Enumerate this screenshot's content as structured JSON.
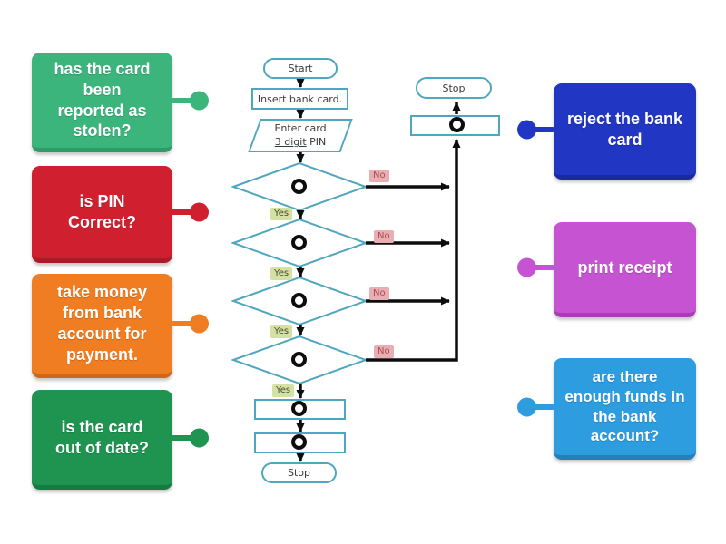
{
  "activity": {
    "left_cards": [
      {
        "label": "has the card been reported as stolen?",
        "color": "#3cb57d"
      },
      {
        "label": "is PIN Correct?",
        "color": "#d0202f"
      },
      {
        "label": "take money from bank account for payment.",
        "color": "#f07d21"
      },
      {
        "label": "is the card out of date?",
        "color": "#1f9450"
      }
    ],
    "right_cards": [
      {
        "label": "reject the bank card",
        "color": "#2236c4"
      },
      {
        "label": "print receipt",
        "color": "#c653d2"
      },
      {
        "label": "are there enough funds in the bank account?",
        "color": "#2d9de0"
      }
    ]
  },
  "flowchart": {
    "start_label": "Start",
    "insert_label": "Insert bank card.",
    "enter_line1": "Enter card",
    "enter_underlined": "3 digit",
    "enter_rest": "PIN",
    "stop_top_label": "Stop",
    "stop_bottom_label": "Stop",
    "yes_label": "Yes",
    "no_label": "No",
    "outline_color": "#4fa6bf",
    "yes_chip_bg": "#d6e0a5",
    "no_chip_bg": "#e9aeb2",
    "arrow_color": "#0d0d0d"
  }
}
